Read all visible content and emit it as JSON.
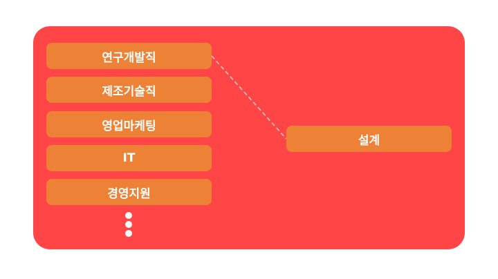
{
  "colors": {
    "panel": "#FF4545",
    "node": "#ED8236",
    "text": "#FFFFFF",
    "connector": "#C9C9C9"
  },
  "left_items": [
    {
      "label": "연구개발직"
    },
    {
      "label": "제조기술직"
    },
    {
      "label": "영업마케팅"
    },
    {
      "label": "IT"
    },
    {
      "label": "경영지원"
    }
  ],
  "right_item": {
    "label": "설계"
  },
  "connector": {
    "from": "연구개발직",
    "to": "설계",
    "style": "dashed"
  },
  "continuation_icon": "vertical-ellipsis-icon"
}
